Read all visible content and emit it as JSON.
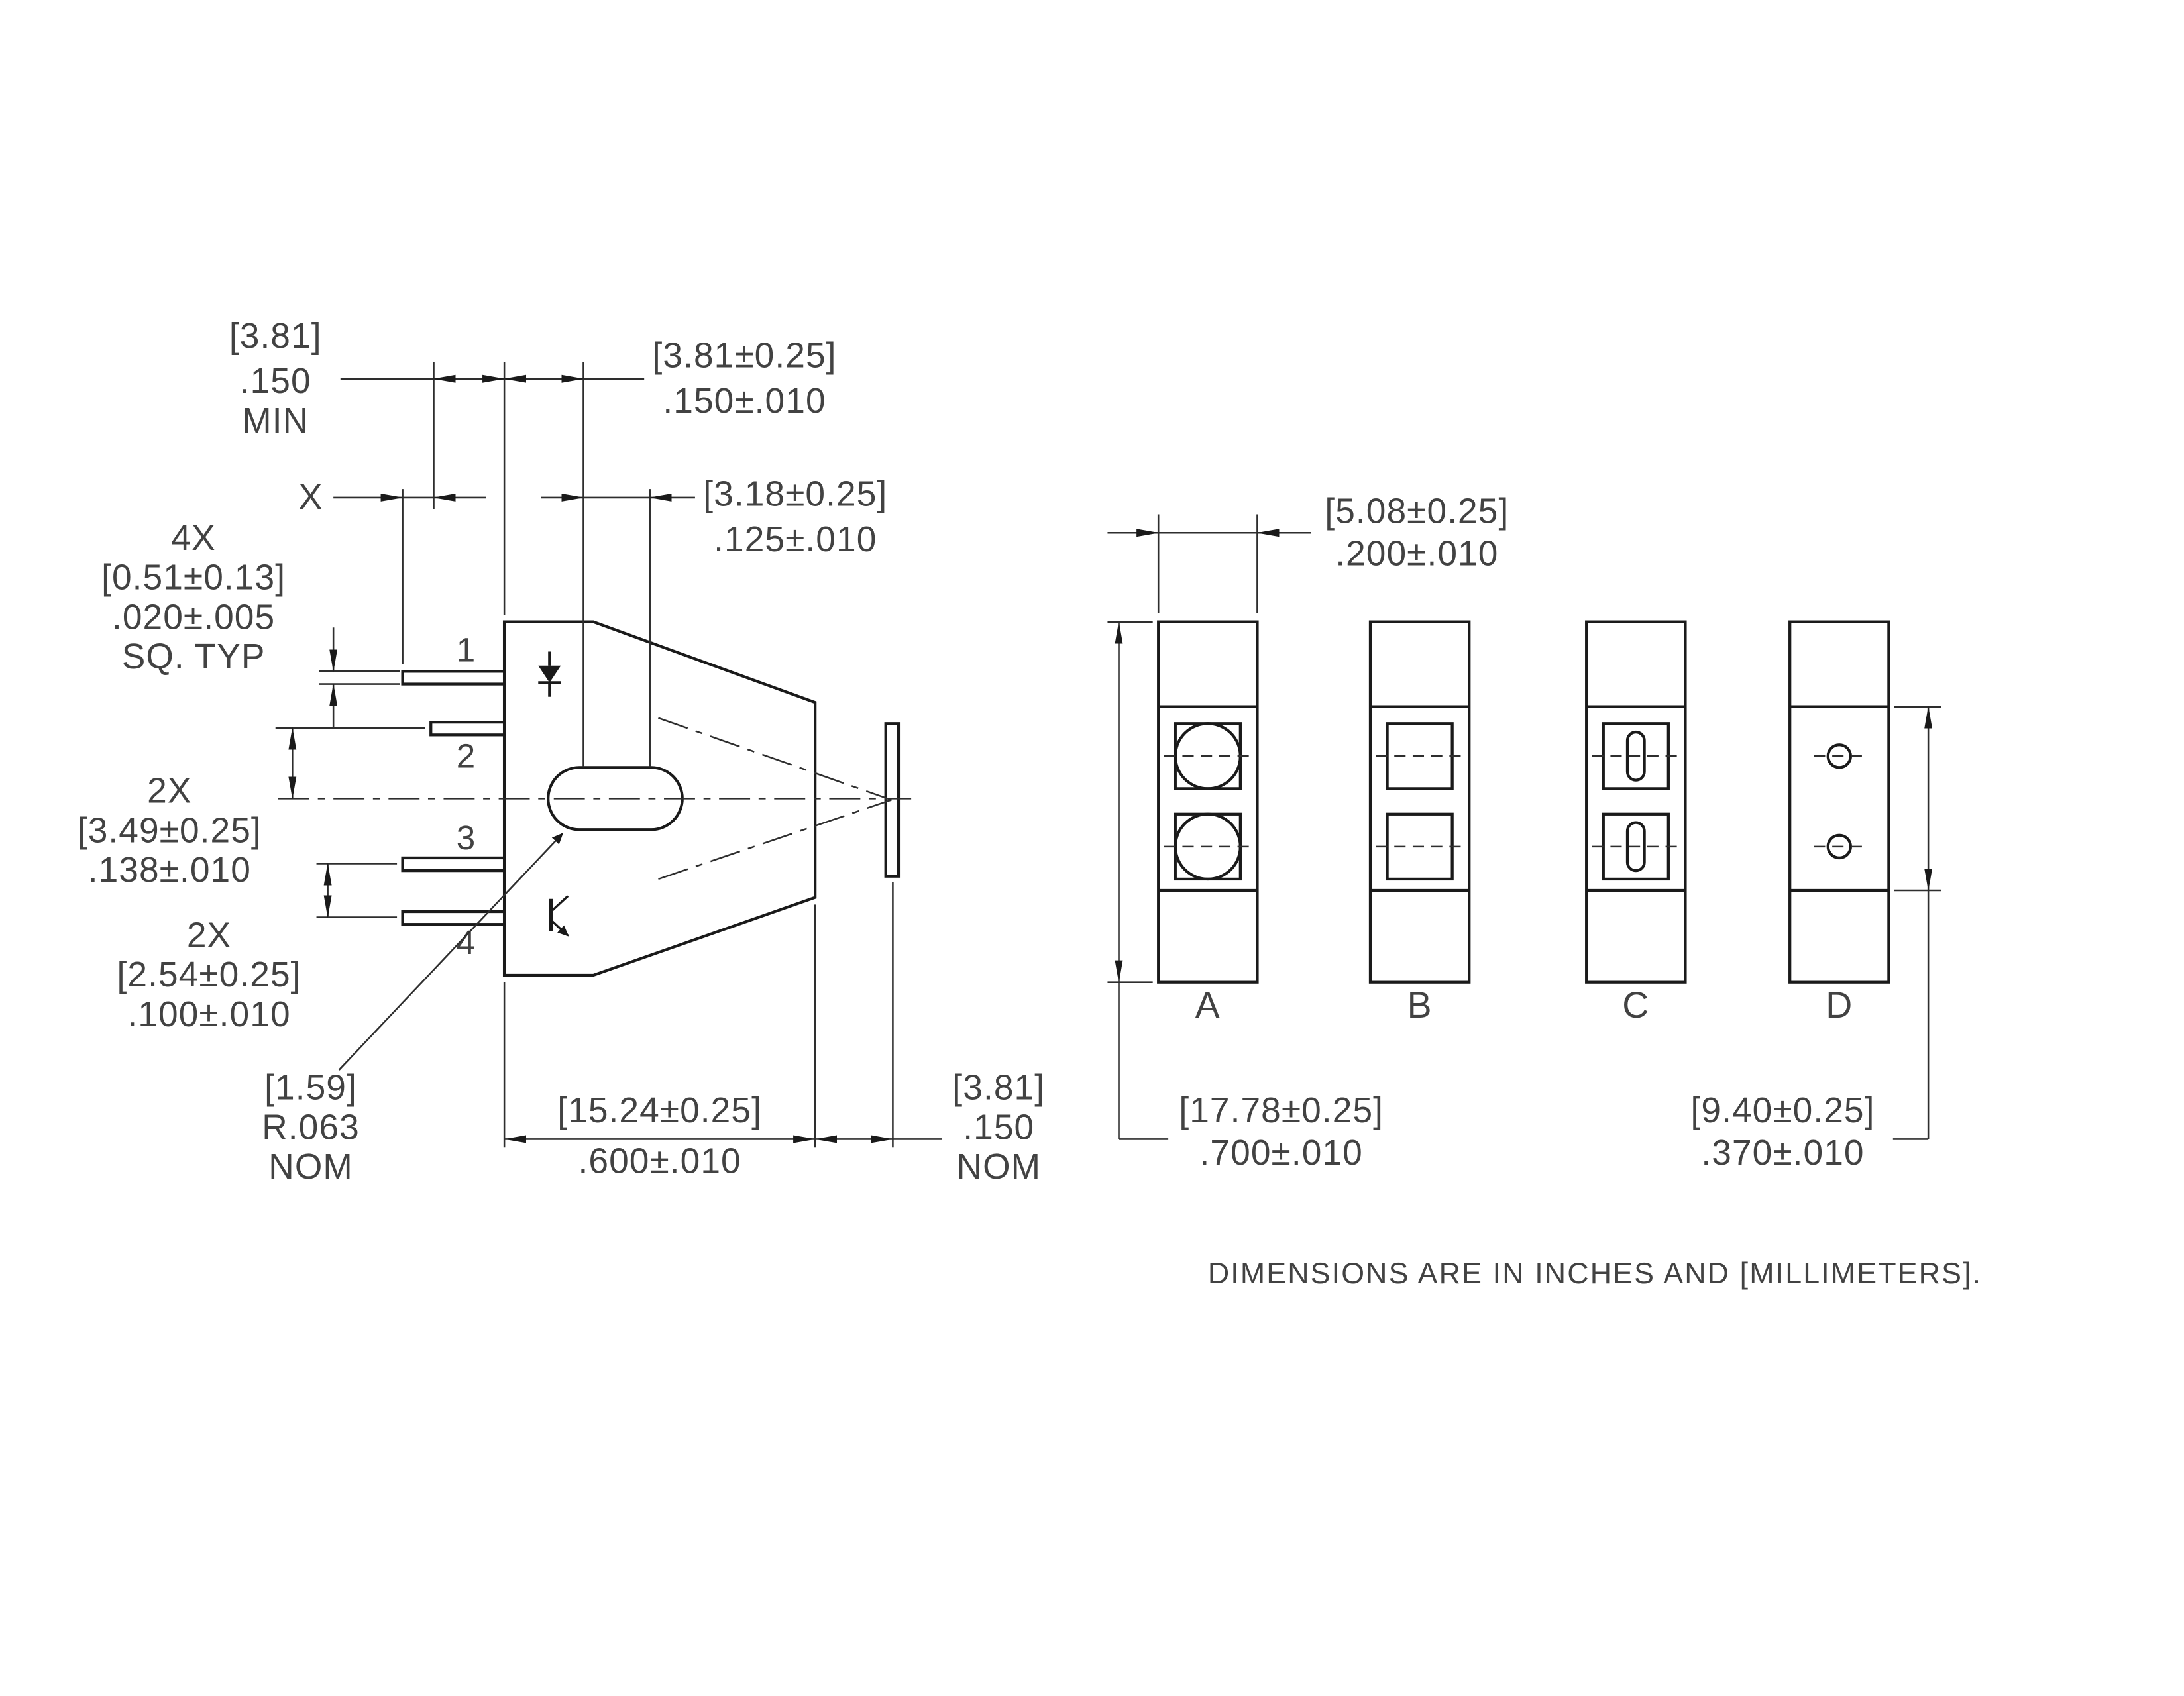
{
  "note": "DIMENSIONS ARE IN INCHES AND [MILLIMETERS].",
  "side_view": {
    "pins": [
      "1",
      "2",
      "3",
      "4"
    ],
    "dims": {
      "lead_length_min": {
        "l1": "[3.81]",
        "l2": ".150",
        "l3": "MIN"
      },
      "body_offset": {
        "l1": "[3.81±0.25]",
        "l2": ".150±.010"
      },
      "x_label": "X",
      "emitter_offset": {
        "l1": "[3.18±0.25]",
        "l2": ".125±.010"
      },
      "lead_size": {
        "l1": "4X",
        "l2": "[0.51±0.13]",
        "l3": ".020±.005",
        "l4": "SQ. TYP"
      },
      "pin_row_spacing": {
        "l1": "2X",
        "l2": "[3.49±0.25]",
        "l3": ".138±.010"
      },
      "pin_pitch": {
        "l1": "2X",
        "l2": "[2.54±0.25]",
        "l3": ".100±.010"
      },
      "slot_radius": {
        "l1": "[1.59]",
        "l2": "R.063",
        "l3": "NOM"
      },
      "body_width": {
        "l1": "[15.24±0.25]",
        "l2": ".600±.010"
      },
      "aperture_gap": {
        "l1": "[3.81]",
        "l2": ".150",
        "l3": "NOM"
      }
    }
  },
  "front_views": {
    "labels": [
      "A",
      "B",
      "C",
      "D"
    ],
    "dims": {
      "package_width": {
        "l1": "[5.08±0.25]",
        "l2": ".200±.010"
      },
      "package_height": {
        "l1": "[17.78±0.25]",
        "l2": ".700±.010"
      },
      "window_height": {
        "l1": "[9.40±0.25]",
        "l2": ".370±.010"
      }
    }
  }
}
